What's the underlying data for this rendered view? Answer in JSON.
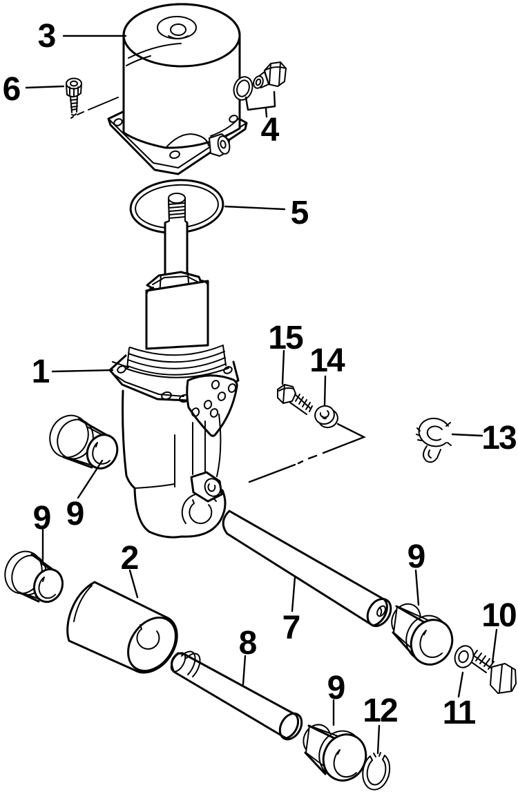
{
  "figure": {
    "kind": "exploded-parts-diagram",
    "background_color": "#ffffff",
    "line_color": "#000000",
    "label_color": "#000000"
  },
  "callouts": [
    {
      "label": "3"
    },
    {
      "label": "6"
    },
    {
      "label": "4"
    },
    {
      "label": "5"
    },
    {
      "label": "1"
    },
    {
      "label": "15"
    },
    {
      "label": "14"
    },
    {
      "label": "13"
    },
    {
      "label": "9"
    },
    {
      "label": "9"
    },
    {
      "label": "2"
    },
    {
      "label": "7"
    },
    {
      "label": "8"
    },
    {
      "label": "9"
    },
    {
      "label": "10"
    },
    {
      "label": "11"
    },
    {
      "label": "9"
    },
    {
      "label": "12"
    }
  ]
}
